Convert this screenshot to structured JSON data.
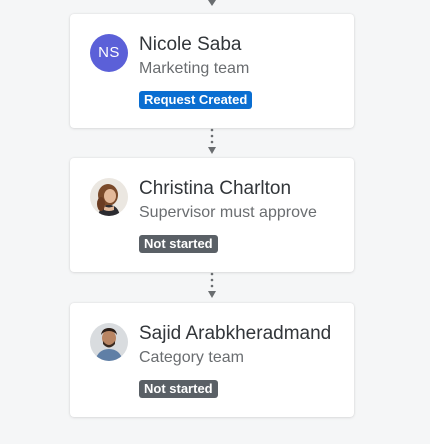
{
  "steps": [
    {
      "avatar_initials": "NS",
      "name": "Nicole Saba",
      "subtitle": "Marketing team",
      "status": "Request Created",
      "status_color": "#0a6ed1"
    },
    {
      "name": "Christina Charlton",
      "subtitle": "Supervisor must approve",
      "status": "Not started",
      "status_color": "#5a6066"
    },
    {
      "name": "Sajid Arabkheradmand",
      "subtitle": "Category team",
      "status": "Not started",
      "status_color": "#5a6066"
    }
  ],
  "icons": {
    "connector": "dotted-arrow-down-icon",
    "avatar_photo": "person-photo-avatar"
  },
  "colors": {
    "background": "#f5f6f7",
    "card": "#ffffff",
    "initials_avatar": "#5b60d8",
    "connector": "#6a6d70"
  }
}
